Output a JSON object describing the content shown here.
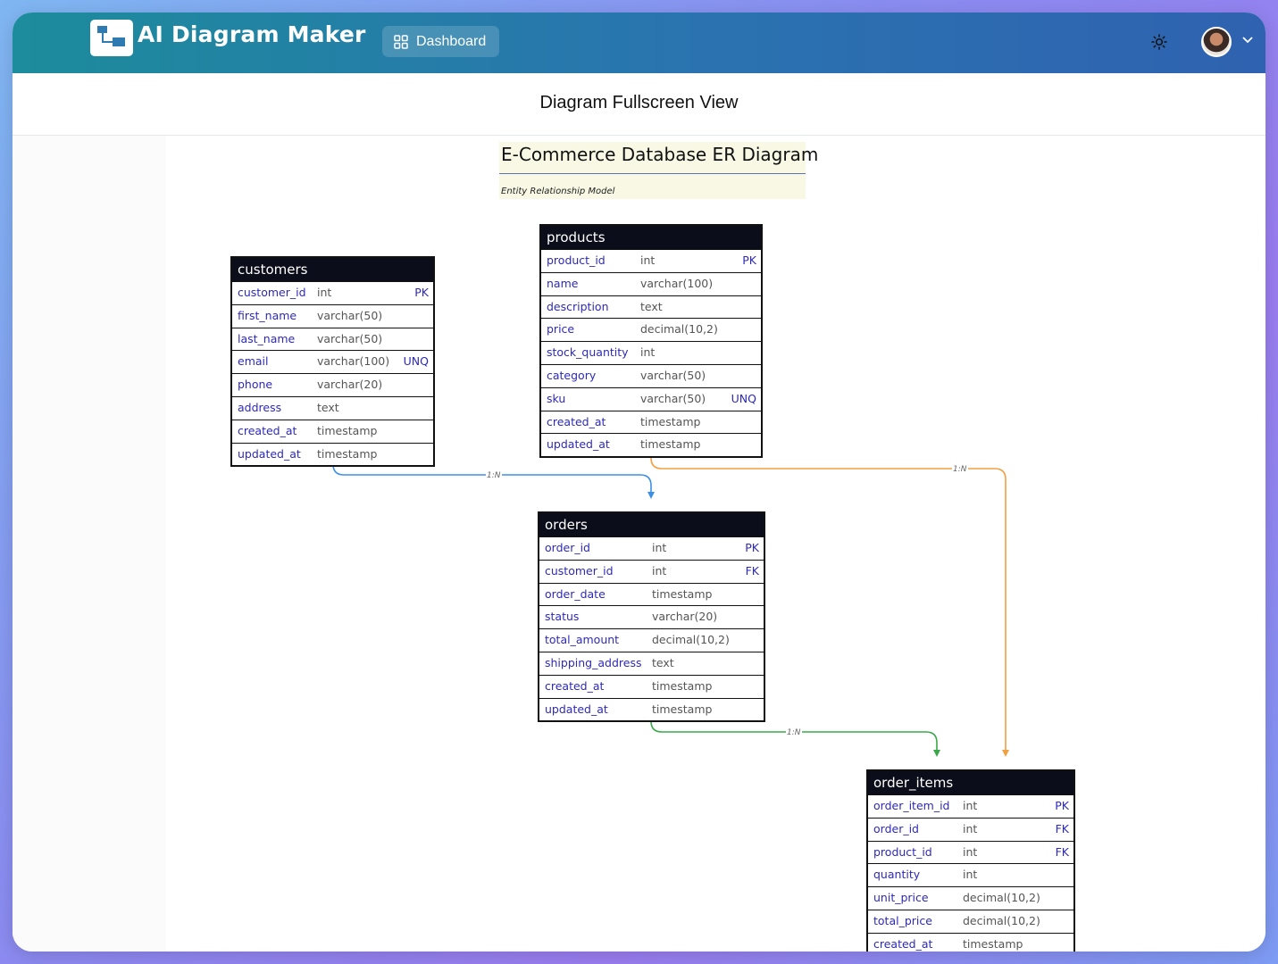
{
  "header": {
    "app_title": "AI Diagram Maker",
    "dashboard_label": "Dashboard"
  },
  "page": {
    "title": "Diagram Fullscreen View"
  },
  "diagram": {
    "title": "E-Commerce Database ER Diagram",
    "subtitle": "Entity Relationship Model",
    "entities": [
      {
        "name": "customers",
        "attributes": [
          {
            "name": "customer_id",
            "type": "int",
            "key": "PK"
          },
          {
            "name": "first_name",
            "type": "varchar(50)",
            "key": ""
          },
          {
            "name": "last_name",
            "type": "varchar(50)",
            "key": ""
          },
          {
            "name": "email",
            "type": "varchar(100)",
            "key": "UNQ"
          },
          {
            "name": "phone",
            "type": "varchar(20)",
            "key": ""
          },
          {
            "name": "address",
            "type": "text",
            "key": ""
          },
          {
            "name": "created_at",
            "type": "timestamp",
            "key": ""
          },
          {
            "name": "updated_at",
            "type": "timestamp",
            "key": ""
          }
        ]
      },
      {
        "name": "products",
        "attributes": [
          {
            "name": "product_id",
            "type": "int",
            "key": "PK"
          },
          {
            "name": "name",
            "type": "varchar(100)",
            "key": ""
          },
          {
            "name": "description",
            "type": "text",
            "key": ""
          },
          {
            "name": "price",
            "type": "decimal(10,2)",
            "key": ""
          },
          {
            "name": "stock_quantity",
            "type": "int",
            "key": ""
          },
          {
            "name": "category",
            "type": "varchar(50)",
            "key": ""
          },
          {
            "name": "sku",
            "type": "varchar(50)",
            "key": "UNQ"
          },
          {
            "name": "created_at",
            "type": "timestamp",
            "key": ""
          },
          {
            "name": "updated_at",
            "type": "timestamp",
            "key": ""
          }
        ]
      },
      {
        "name": "orders",
        "attributes": [
          {
            "name": "order_id",
            "type": "int",
            "key": "PK"
          },
          {
            "name": "customer_id",
            "type": "int",
            "key": "FK"
          },
          {
            "name": "order_date",
            "type": "timestamp",
            "key": ""
          },
          {
            "name": "status",
            "type": "varchar(20)",
            "key": ""
          },
          {
            "name": "total_amount",
            "type": "decimal(10,2)",
            "key": ""
          },
          {
            "name": "shipping_address",
            "type": "text",
            "key": ""
          },
          {
            "name": "created_at",
            "type": "timestamp",
            "key": ""
          },
          {
            "name": "updated_at",
            "type": "timestamp",
            "key": ""
          }
        ]
      },
      {
        "name": "order_items",
        "attributes": [
          {
            "name": "order_item_id",
            "type": "int",
            "key": "PK"
          },
          {
            "name": "order_id",
            "type": "int",
            "key": "FK"
          },
          {
            "name": "product_id",
            "type": "int",
            "key": "FK"
          },
          {
            "name": "quantity",
            "type": "int",
            "key": ""
          },
          {
            "name": "unit_price",
            "type": "decimal(10,2)",
            "key": ""
          },
          {
            "name": "total_price",
            "type": "decimal(10,2)",
            "key": ""
          },
          {
            "name": "created_at",
            "type": "timestamp",
            "key": ""
          }
        ]
      }
    ],
    "relationships": [
      {
        "from": "customers",
        "to": "orders",
        "label": "1:N",
        "color": "#3b8fe6"
      },
      {
        "from": "products",
        "to": "order_items",
        "label": "1:N",
        "color": "#f0a040"
      },
      {
        "from": "orders",
        "to": "order_items",
        "label": "1:N",
        "color": "#3aa84a"
      }
    ]
  }
}
